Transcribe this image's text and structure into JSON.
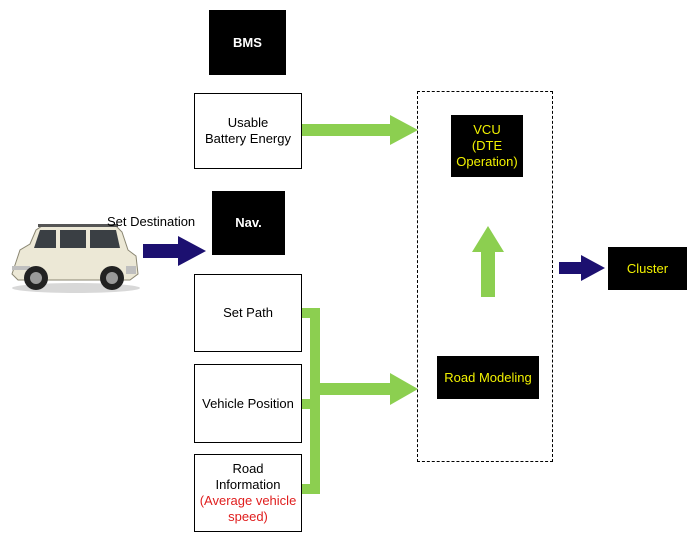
{
  "nodes": {
    "bms": "BMS",
    "usable_battery": [
      "Usable",
      "Battery Energy"
    ],
    "nav": "Nav.",
    "set_destination": "Set Destination",
    "set_path": "Set Path",
    "vehicle_position": "Vehicle Position",
    "road_information": [
      "Road",
      "Information"
    ],
    "road_information_note": [
      "(Average vehicle",
      "speed)"
    ],
    "vcu": [
      "VCU",
      "(DTE",
      "Operation)"
    ],
    "road_modeling": "Road Modeling",
    "cluster": "Cluster"
  },
  "colors": {
    "green_arrow": "#8ccf50",
    "navy_arrow": "#1c1070",
    "yellow_text": "#f2f200",
    "red_text": "#e01e1e"
  }
}
